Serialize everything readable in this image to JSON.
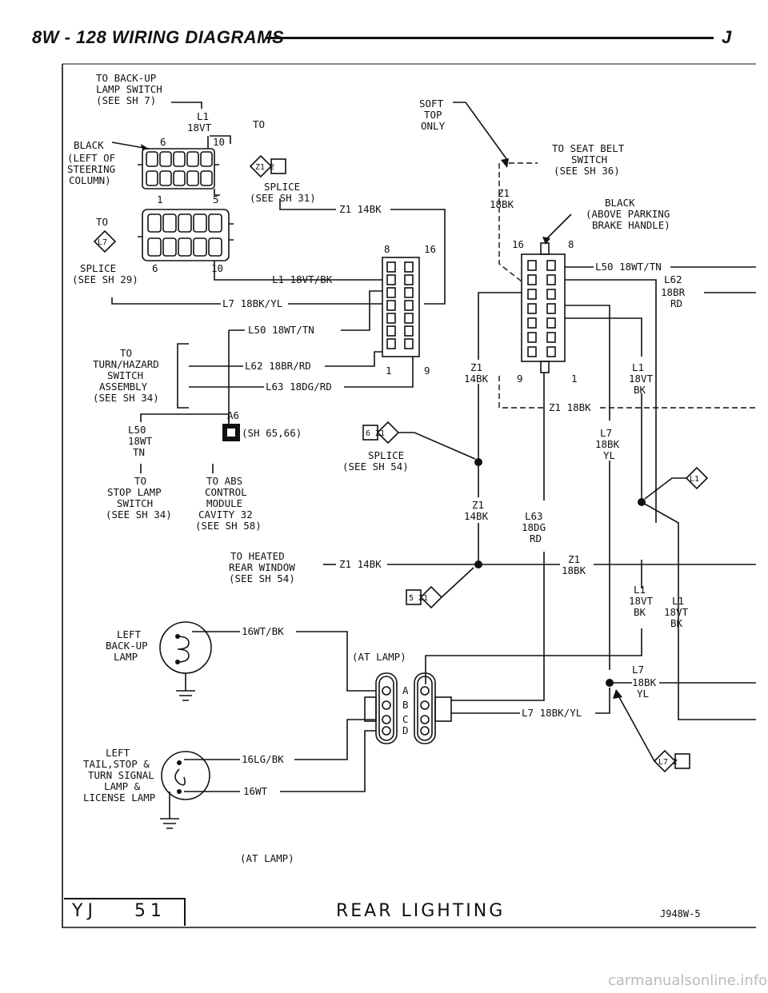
{
  "header": {
    "title": "8W - 128  WIRING DIAGRAMS",
    "letter": "J"
  },
  "footer": {
    "model": "YJ",
    "sheet": "51",
    "title": "REAR LIGHTING",
    "code": "J948W-5"
  },
  "labels": {
    "backup_sw": [
      "TO BACK-UP",
      "LAMP SWITCH",
      "(SEE SH 7)"
    ],
    "l1_18vt": [
      "L1",
      "18VT"
    ],
    "black_left": [
      "BLACK",
      "(LEFT OF",
      "STEERING",
      "COLUMN)"
    ],
    "pin6": "6",
    "pin10": "10",
    "pin1": "1",
    "pin5": "5",
    "pin6b": "6",
    "pin10b": "10",
    "to_z12": "TO",
    "z12_tag": "Z1 2",
    "splice31": [
      "SPLICE",
      "(SEE SH 31)"
    ],
    "to_l7": "TO",
    "l7_tag": "L7",
    "splice29": [
      "SPLICE",
      "(SEE SH 29)"
    ],
    "z1_14bk_top": "Z1 14BK",
    "l1_18vtbk": "L1 18VT/BK",
    "l7_18bkyl": "L7 18BK/YL",
    "l50_18wttn": "L50 18WT/TN",
    "turnhaz": [
      "TO",
      "TURN/HAZARD",
      "SWITCH",
      "ASSEMBLY",
      "(SEE SH 34)"
    ],
    "l62_18brrd": "L62 18BR/RD",
    "l63_18dgrd": "L63 18DG/RD",
    "c8": "8",
    "c16": "16",
    "c1": "1",
    "c9": "9",
    "soft_top": [
      "SOFT",
      "TOP",
      "ONLY"
    ],
    "seat_belt": [
      "TO SEAT BELT",
      "SWITCH",
      "(SEE SH 36)"
    ],
    "z1_18bk_v": [
      "Z1",
      "18BK"
    ],
    "black_park": [
      "BLACK",
      "(ABOVE PARKING",
      "BRAKE HANDLE)"
    ],
    "r16": "16",
    "r8": "8",
    "r9": "9",
    "r1": "1",
    "l50_right": "L50 18WT/TN",
    "l62_right": [
      "L62",
      "18BR",
      "RD"
    ],
    "z1_14bk_mid": [
      "Z1",
      "14BK"
    ],
    "l1_right": [
      "L1",
      "18VT",
      "BK"
    ],
    "z1_18bk_h": "Z1 18BK",
    "a6": "A6",
    "sh6566": "(SH 65,66)",
    "l50_18wt_tn": [
      "L50",
      "18WT",
      "TN"
    ],
    "stop_lamp": [
      "TO",
      "STOP LAMP",
      "SWITCH",
      "(SEE SH 34)"
    ],
    "abs": [
      "TO ABS",
      "CONTROL",
      "MODULE",
      "CAVITY 32",
      "(SEE SH 58)"
    ],
    "z1_6_tag": "6 Z1",
    "splice54": [
      "SPLICE",
      "(SEE SH 54)"
    ],
    "l7_18bk_yl": [
      "L7",
      "18BK",
      "YL"
    ],
    "l1_tag": "L1",
    "z1_14bk_low": [
      "Z1",
      "14BK"
    ],
    "l63_low": [
      "L63",
      "18DG",
      "RD"
    ],
    "heated": [
      "TO HEATED",
      "REAR WINDOW",
      "(SEE SH 54)"
    ],
    "z1_14bk_h": "Z1 14BK",
    "z1_18bk_low": [
      "Z1",
      "18BK"
    ],
    "z1_5_tag": "5 Z1",
    "l1_18vt_bk_a": [
      "L1",
      "18VT",
      "BK"
    ],
    "l1_18vt_bk_b": [
      "L1",
      "18VT",
      "BK"
    ],
    "left_backup": [
      "LEFT",
      "BACK-UP",
      "LAMP"
    ],
    "w16wtbk": "16WT/BK",
    "at_lamp1": "(AT LAMP)",
    "pins_abcd": [
      "A",
      "B",
      "C",
      "D"
    ],
    "l7_low": [
      "L7",
      "18BK",
      "YL"
    ],
    "l7_18bkyl_low": "L7 18BK/YL",
    "left_tail": [
      "LEFT",
      "TAIL,STOP &",
      "TURN SIGNAL",
      "LAMP &",
      "LICENSE LAMP"
    ],
    "w16lgbk": "16LG/BK",
    "w16wt": "16WT",
    "l7_2_tag": "L7 2",
    "at_lamp2": "(AT LAMP)"
  },
  "watermark": "carmanualsonline.info"
}
